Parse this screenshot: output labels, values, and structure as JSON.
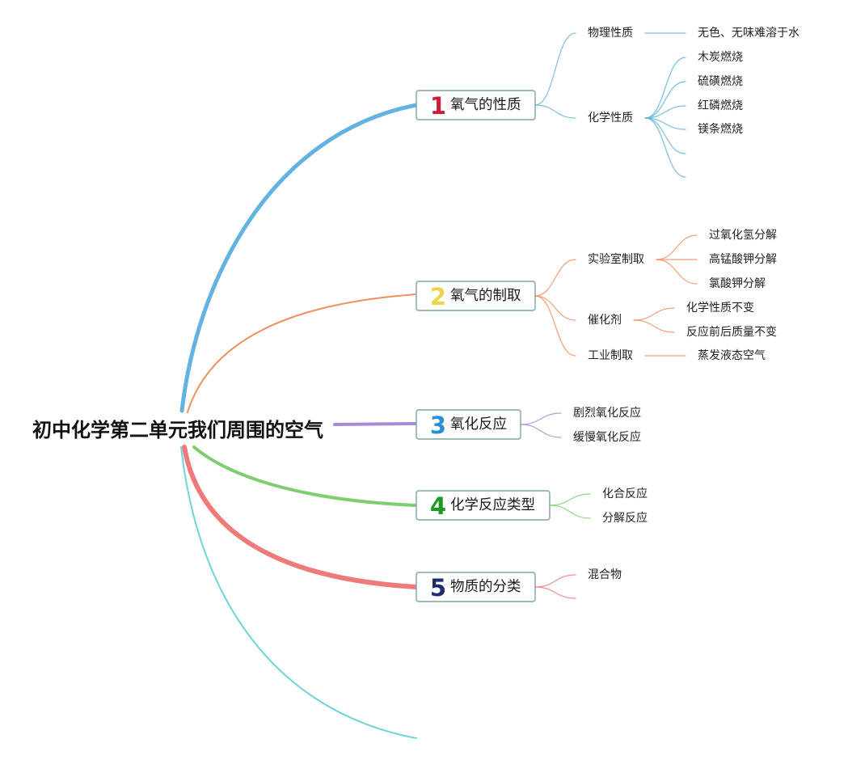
{
  "central_topic": "初中化学第二单元我们周围的空气",
  "colors": {
    "topic_border": "#7ea59b",
    "extra_branch": "#6fd4d8"
  },
  "branches": [
    {
      "number": "1",
      "label": "氧气的性质",
      "line_color": "#62b3e1",
      "number_color": "#cc1f36",
      "children": [
        {
          "label": "物理性质",
          "children": [
            {
              "label": "无色、无味难溶于水"
            }
          ]
        },
        {
          "label": "化学性质",
          "children": [
            {
              "label": "木炭燃烧"
            },
            {
              "label": "硫磺燃烧"
            },
            {
              "label": "红磷燃烧"
            },
            {
              "label": "镁条燃烧"
            },
            {
              "label": ""
            },
            {
              "label": ""
            }
          ]
        }
      ]
    },
    {
      "number": "2",
      "label": "氧气的制取",
      "line_color": "#ef8f5f",
      "number_color": "#f1d24c",
      "children": [
        {
          "label": "实验室制取",
          "children": [
            {
              "label": "过氧化氢分解"
            },
            {
              "label": "高锰酸钾分解"
            },
            {
              "label": "氯酸钾分解"
            }
          ]
        },
        {
          "label": "催化剂",
          "children": [
            {
              "label": "化学性质不变"
            },
            {
              "label": "反应前后质量不变"
            }
          ]
        },
        {
          "label": "工业制取",
          "children": [
            {
              "label": "蒸发液态空气"
            }
          ]
        }
      ]
    },
    {
      "number": "3",
      "label": "氧化反应",
      "line_color": "#a98ad9",
      "number_color": "#2b90d5",
      "children": [
        {
          "label": "剧烈氧化反应"
        },
        {
          "label": "缓慢氧化反应"
        }
      ]
    },
    {
      "number": "4",
      "label": "化学反应类型",
      "line_color": "#7ecd70",
      "number_color": "#1b9a25",
      "children": [
        {
          "label": "化合反应"
        },
        {
          "label": "分解反应"
        }
      ]
    },
    {
      "number": "5",
      "label": "物质的分类",
      "line_color": "#ef7a7a",
      "number_color": "#1e2b6d",
      "children": [
        {
          "label": "混合物"
        },
        {
          "label": ""
        }
      ]
    }
  ]
}
